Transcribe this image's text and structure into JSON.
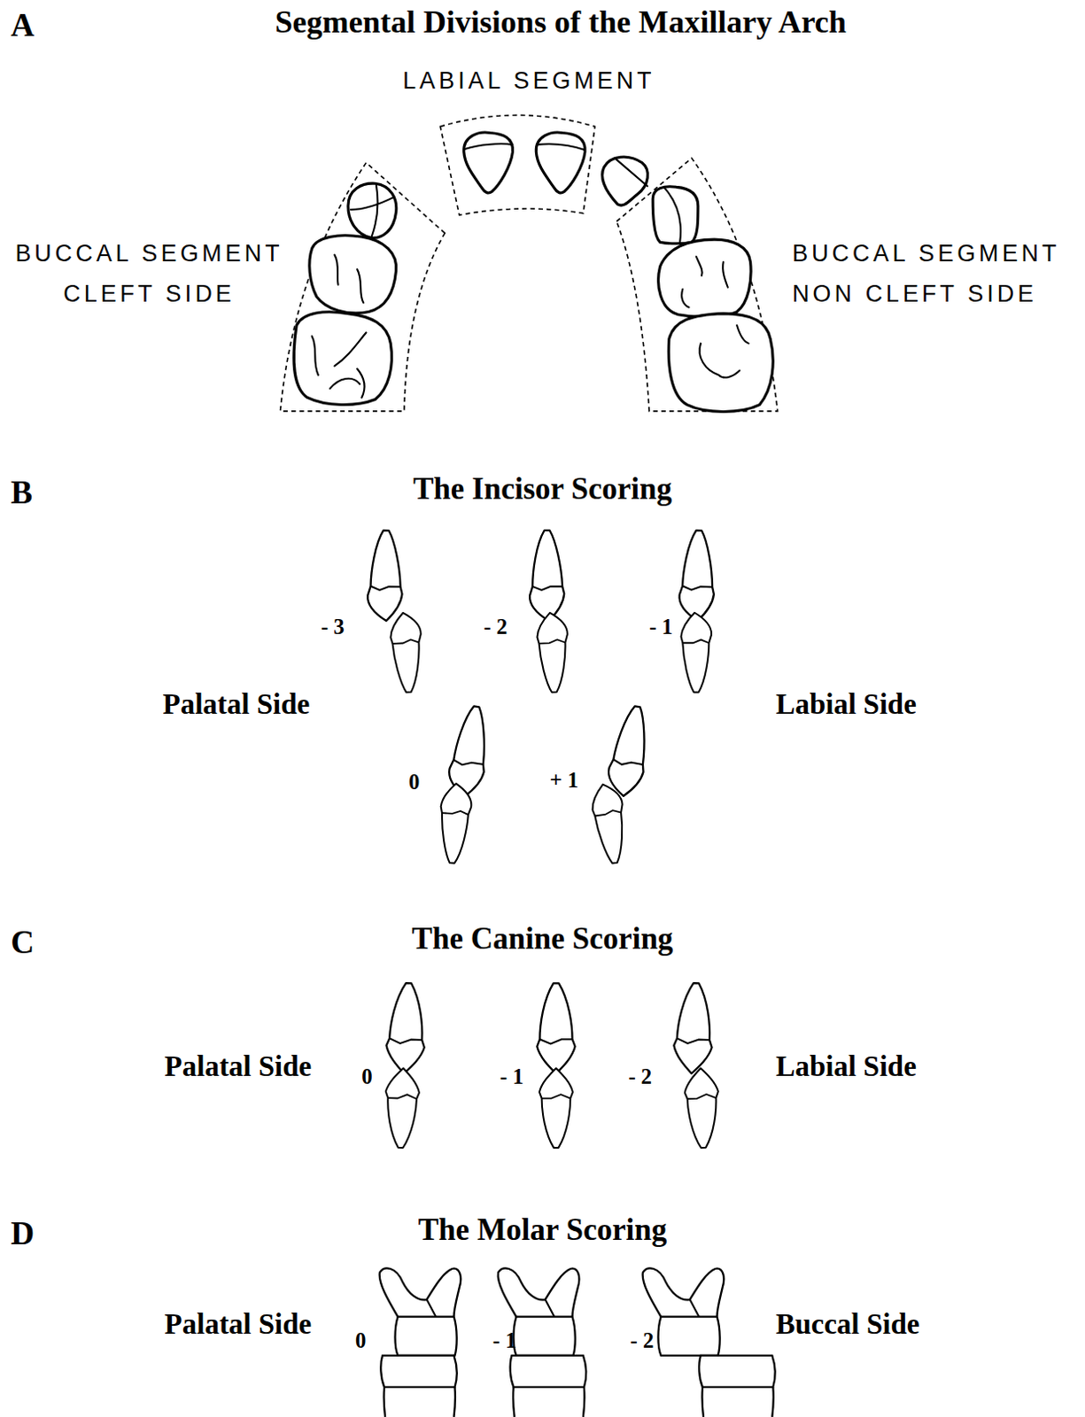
{
  "diagram": {
    "labels": [
      "A",
      "Segmental Divisions of the Maxillary Arch",
      "LABIAL SEGMENT",
      "BUCCAL SEGMENT CLEFT SIDE",
      "BUCCAL SEGMENT NON CLEFT SIDE",
      "B",
      "The Incisor Scoring",
      "- 3",
      "- 2",
      "- 1",
      "Palatal Side",
      "Labial Side",
      "0",
      "+ 1",
      "C",
      "The Canine Scoring",
      "Palatal Side",
      "0",
      "- 1",
      "- 2",
      "Labial Side",
      "D",
      "The Molar Scoring",
      "Palatal Side",
      "0",
      "- 1",
      "- 2",
      "Buccal Side"
    ]
  }
}
